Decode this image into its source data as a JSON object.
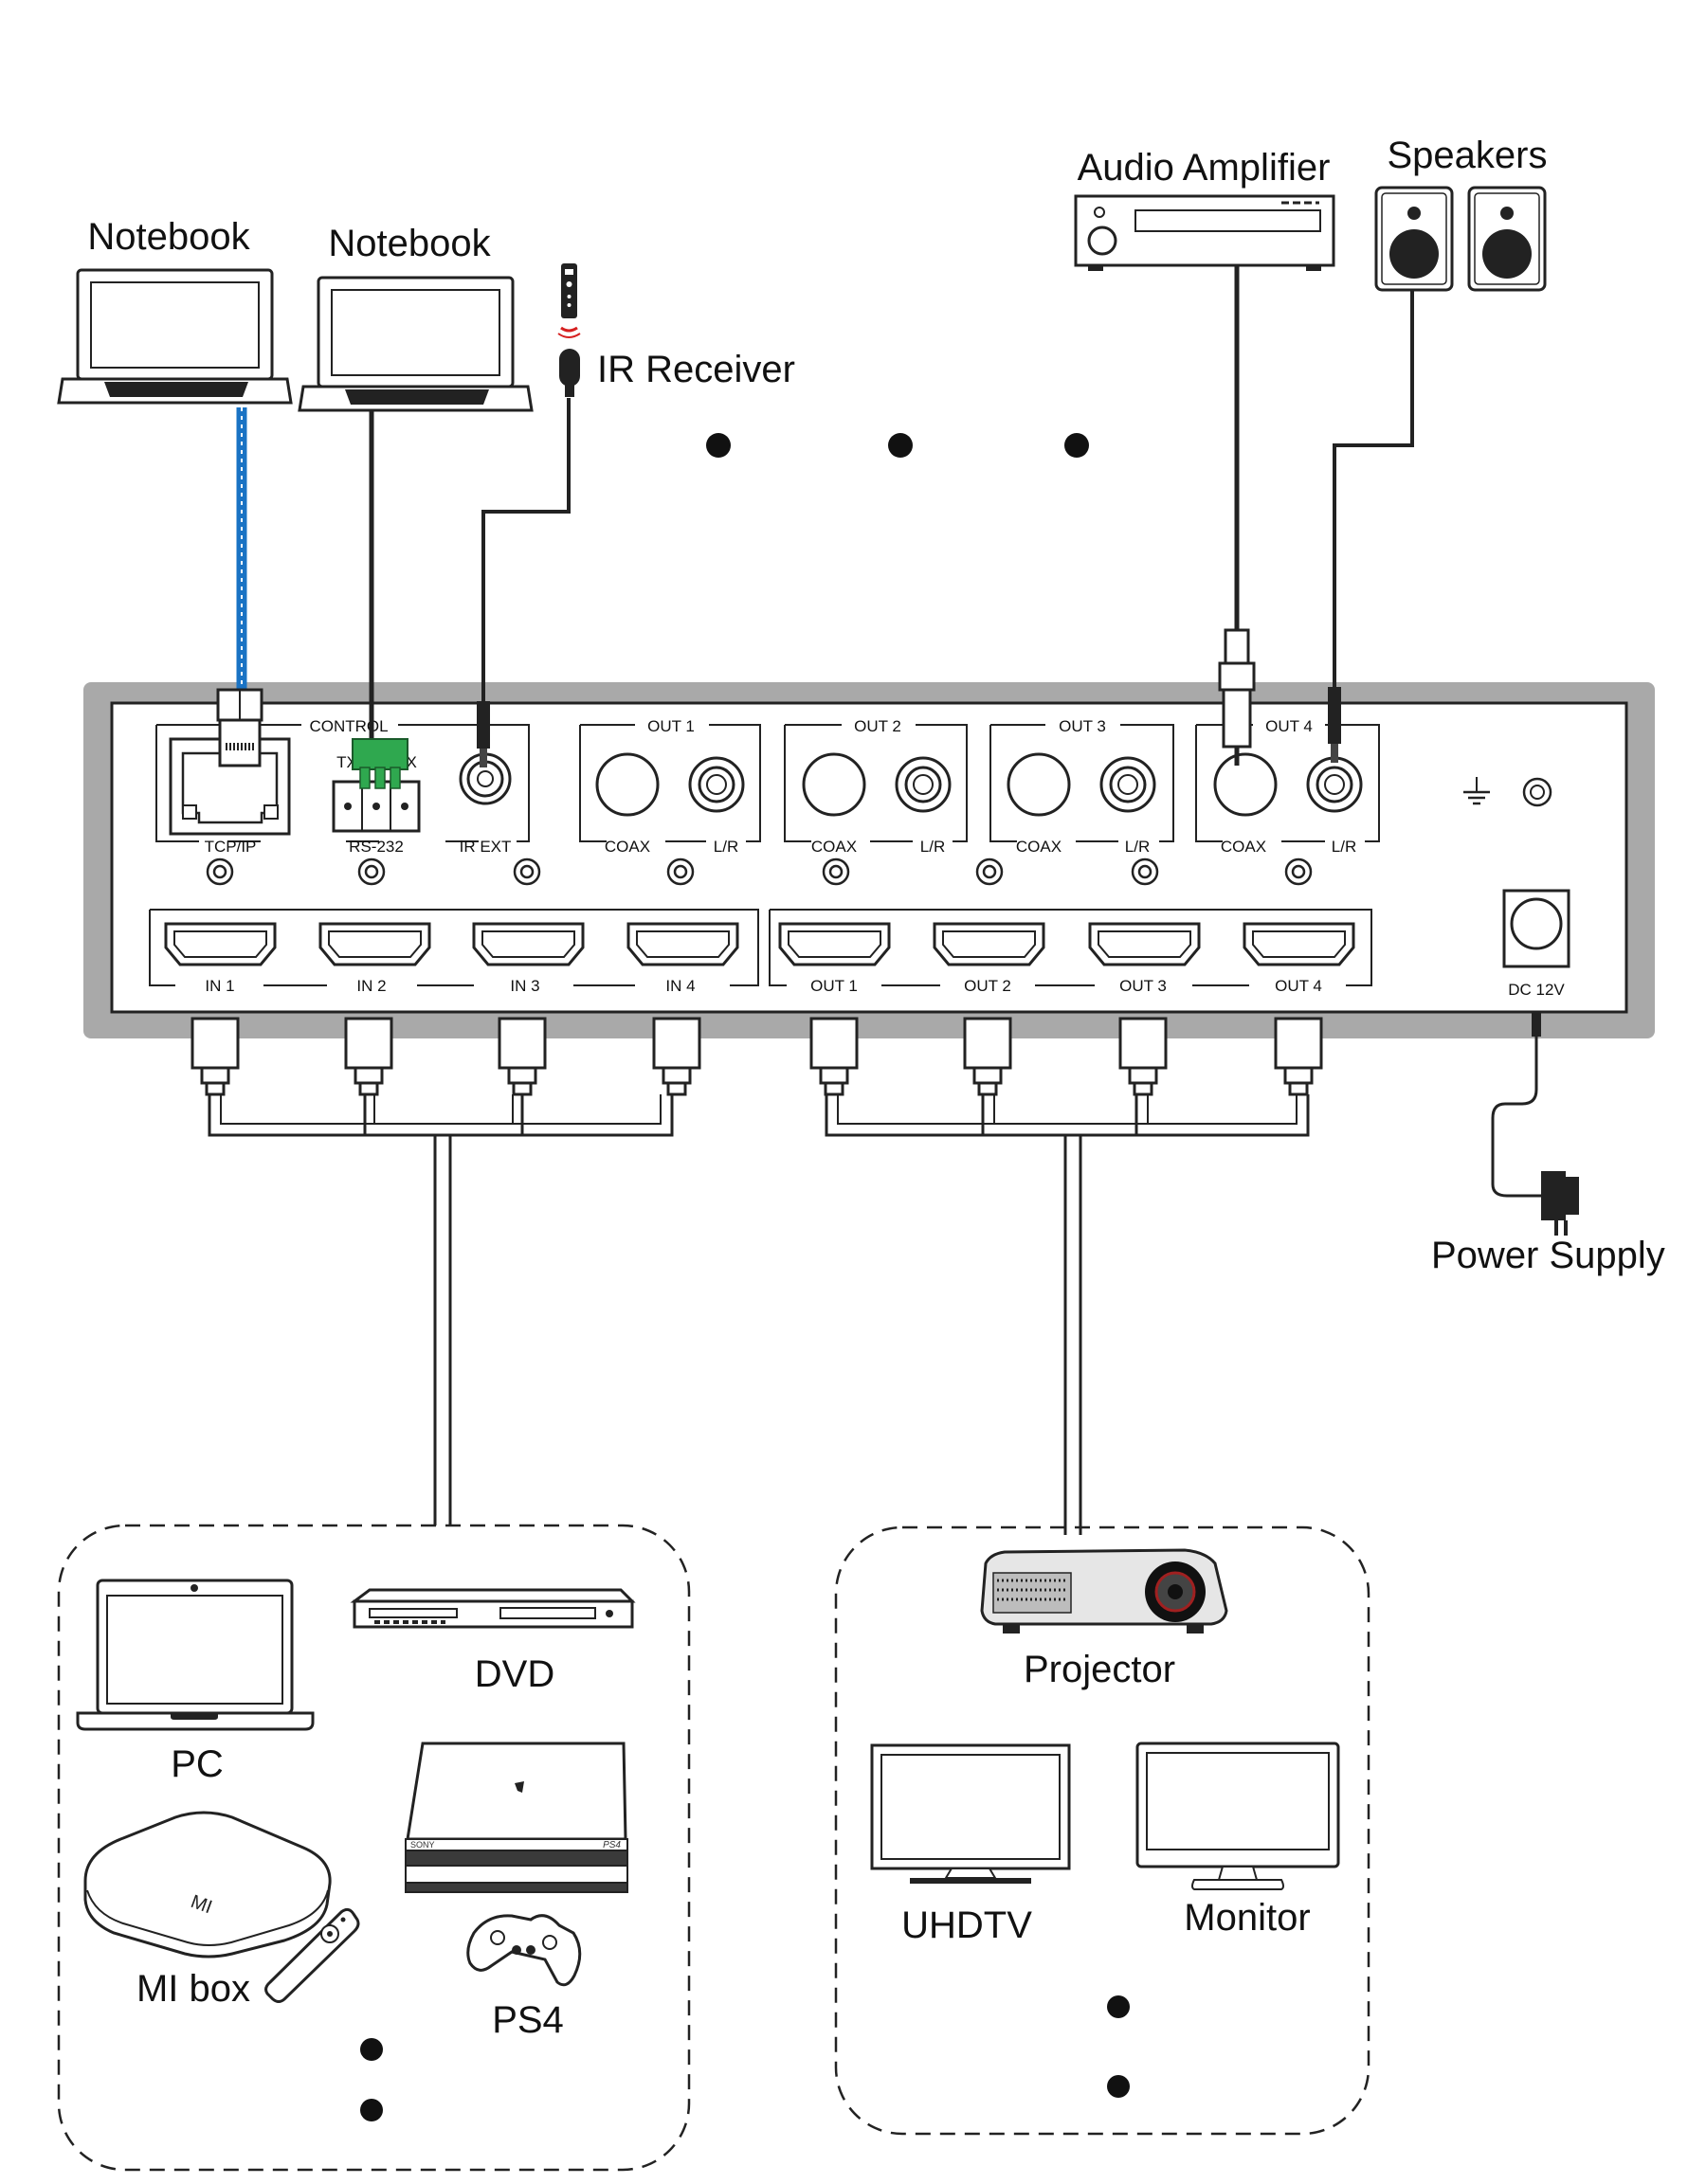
{
  "top_devices": {
    "notebook_1": "Notebook",
    "notebook_2": "Notebook",
    "ir_receiver": "IR Receiver",
    "audio_amplifier": "Audio Amplifier",
    "speakers": "Speakers",
    "power_supply": "Power Supply"
  },
  "panel": {
    "control_group": "CONTROL",
    "tx": "TX",
    "rx": "RX",
    "tcpip": "TCP/IP",
    "rs232": "RS-232",
    "ir_ext": "IR EXT",
    "dc": "DC 12V",
    "audio_groups": [
      {
        "title": "OUT 1",
        "coax": "COAX",
        "lr": "L/R"
      },
      {
        "title": "OUT 2",
        "coax": "COAX",
        "lr": "L/R"
      },
      {
        "title": "OUT 3",
        "coax": "COAX",
        "lr": "L/R"
      },
      {
        "title": "OUT 4",
        "coax": "COAX",
        "lr": "L/R"
      }
    ],
    "hdmi_inputs": [
      "IN 1",
      "IN 2",
      "IN 3",
      "IN 4"
    ],
    "hdmi_outputs": [
      "OUT 1",
      "OUT 2",
      "OUT 3",
      "OUT 4"
    ]
  },
  "source_group": {
    "pc": "PC",
    "dvd": "DVD",
    "mibox": "MI box",
    "ps4": "PS4",
    "mibox_logo": "MI",
    "ps4_brand": "SONY",
    "ps4_model": "PS4"
  },
  "display_group": {
    "projector": "Projector",
    "uhdtv": "UHDTV",
    "monitor": "Monitor"
  },
  "colors": {
    "ethernet_cable": "#1a73c4",
    "rs232_terminal": "#2fa84f",
    "panel_frame": "#a9a9a9"
  }
}
